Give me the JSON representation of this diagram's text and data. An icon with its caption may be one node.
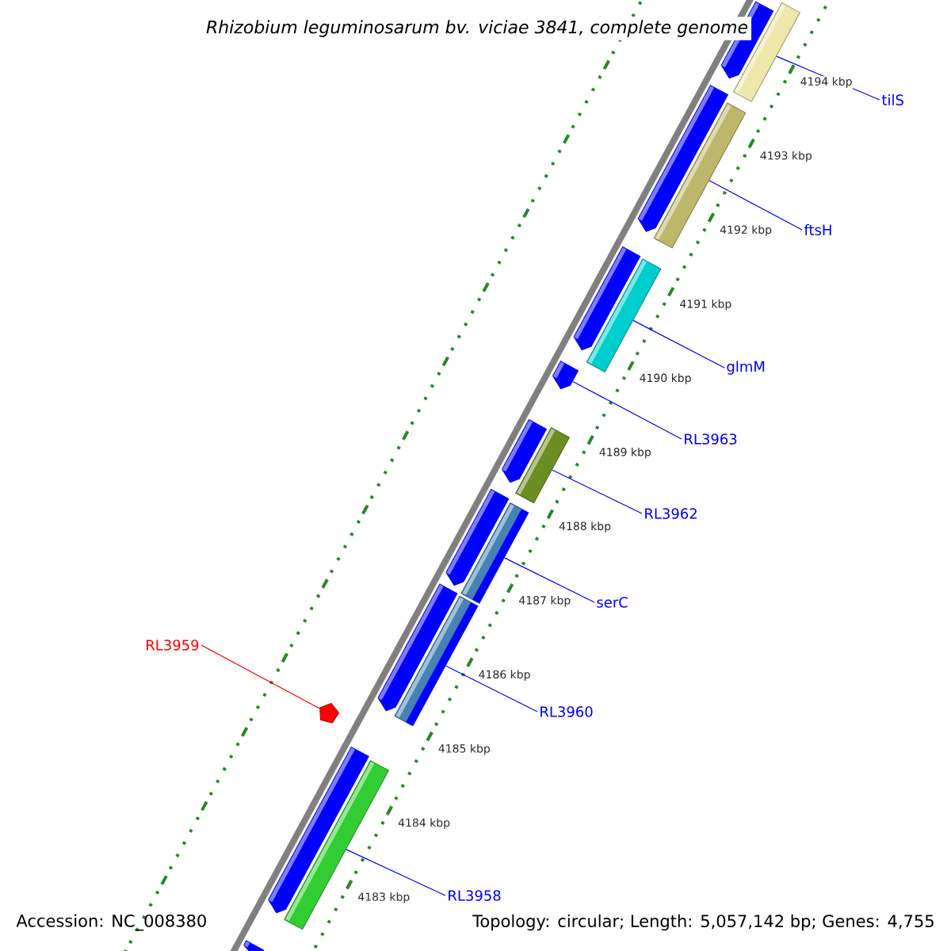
{
  "diagram": {
    "title": "Rhizobium leguminosarum bv. viciae 3841, complete genome",
    "nodes": [
      {
        "text": [
          "tilS"
        ]
      },
      {
        "text": [
          "ftsH"
        ]
      },
      {
        "text": [
          "glmM"
        ]
      },
      {
        "text": [
          "RL3963"
        ]
      },
      {
        "text": [
          "RL3962"
        ]
      },
      {
        "text": [
          "serC"
        ]
      },
      {
        "text": [
          "RL3959"
        ]
      },
      {
        "text": [
          "RL3960"
        ]
      },
      {
        "text": [
          "RL3958"
        ]
      },
      {
        "text": [],
        "shape": "bar"
      },
      {
        "text": [],
        "shape": "bar"
      },
      {
        "text": [],
        "shape": "bar"
      },
      {
        "text": [],
        "shape": "bar"
      },
      {
        "text": [],
        "shape": "bar"
      },
      {
        "text": [],
        "shape": "bar"
      },
      {
        "text": [],
        "shape": "bar"
      },
      {
        "text": [],
        "shape": "bar"
      },
      {
        "text": [],
        "shape": "bar"
      },
      {
        "text": [],
        "shape": "bar"
      },
      {
        "text": [],
        "shape": "bar"
      },
      {
        "text": [],
        "shape": "bar"
      },
      {
        "text": [],
        "shape": "bar"
      },
      {
        "text": [],
        "shape": "bar"
      },
      {
        "text": [],
        "shape": "bar"
      },
      {
        "text": [],
        "shape": "bar"
      },
      {
        "text": [],
        "shape": "pentagon"
      }
    ],
    "edges": [
      {
        "from": 0,
        "to": 18,
        "arrow": "none"
      },
      {
        "from": 1,
        "to": 19,
        "arrow": "none"
      },
      {
        "from": 2,
        "to": 20,
        "arrow": "none"
      },
      {
        "from": 3,
        "to": 12,
        "arrow": "none"
      },
      {
        "from": 4,
        "to": 21,
        "arrow": "none"
      },
      {
        "from": 5,
        "to": 22,
        "arrow": "none"
      },
      {
        "from": 6,
        "to": 25,
        "arrow": "none",
        "color": "#ff0000"
      },
      {
        "from": 7,
        "to": 23,
        "arrow": "none"
      },
      {
        "from": 8,
        "to": 24,
        "arrow": "none"
      }
    ],
    "labels": [
      "4194 kbp",
      "4193 kbp",
      "4192 kbp",
      "4191 kbp",
      "4190 kbp",
      "4189 kbp",
      "4188 kbp",
      "4187 kbp",
      "4186 kbp",
      "4185 kbp",
      "4184 kbp",
      "4183 kbp",
      "Accession: NC_008380",
      "Topology: circular; Length: 5,057,142 bp; Genes: 4,755"
    ]
  }
}
